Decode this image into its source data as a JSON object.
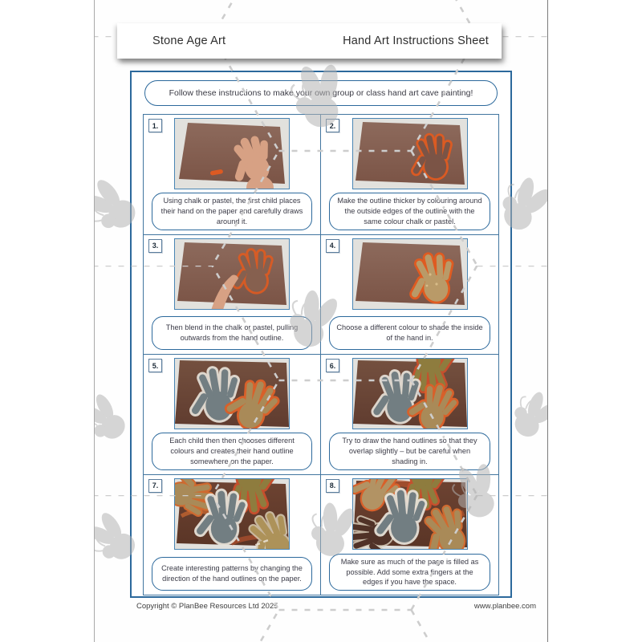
{
  "header": {
    "title": "Stone Age Art",
    "subtitle": "Hand Art Instructions Sheet"
  },
  "intro": "Follow these instructions to make your own group or class hand art cave painting!",
  "steps": [
    {
      "number": "1.",
      "caption": "Using chalk or pastel, the first child places their hand on the paper and carefully draws around it.",
      "photo_alt": "A child's hand placed flat on brown paper with an orange chalk stick beside it"
    },
    {
      "number": "2.",
      "caption": "Make the outline thicker by colouring around the outside edges of the outline with the same colour chalk or pastel.",
      "photo_alt": "Thick orange chalk hand outline drawn on brown paper"
    },
    {
      "number": "3.",
      "caption": "Then blend in the chalk or pastel, pulling outwards from the hand outline.",
      "photo_alt": "A finger blending the orange chalk outline outwards on brown paper"
    },
    {
      "number": "4.",
      "caption": "Choose a different colour to shade the inside of the hand in.",
      "photo_alt": "Orange hand outline shaded inside with gold chalk"
    },
    {
      "number": "5.",
      "caption": "Each child then then chooses different colours and creates their hand outline somewhere on the paper.",
      "photo_alt": "Grey hand with white outline next to a gold hand with orange outline"
    },
    {
      "number": "6.",
      "caption": "Try to draw the hand outlines so that they overlap slightly – but be careful when shading in.",
      "photo_alt": "Three overlapping chalk hands in grey, gold and olive colours"
    },
    {
      "number": "7.",
      "caption": "Create interesting patterns by changing the direction of the hand outlines on the paper.",
      "photo_alt": "Several chalk hands pointing in different directions on dark paper"
    },
    {
      "number": "8.",
      "caption": "Make sure as much of the page is filled as possible. Add some extra fingers  at the edges if you have the space.",
      "photo_alt": "Paper almost completely filled with overlapping chalk hands"
    }
  ],
  "footer": {
    "copyright": "Copyright © PlanBee Resources Ltd 2025",
    "website": "www.planbee.com"
  },
  "palette": {
    "accent_blue": "#2c699c",
    "grid_blue": "#41759f",
    "chalk_orange": "#df5b21",
    "paper_brown": "#7b5446",
    "hand_grey": "#727e82",
    "hand_gold": "#a98a58",
    "hand_olive": "#8e7c3e",
    "watermark_grey": "#b2b2b2",
    "text_dark": "#3b3b47"
  }
}
